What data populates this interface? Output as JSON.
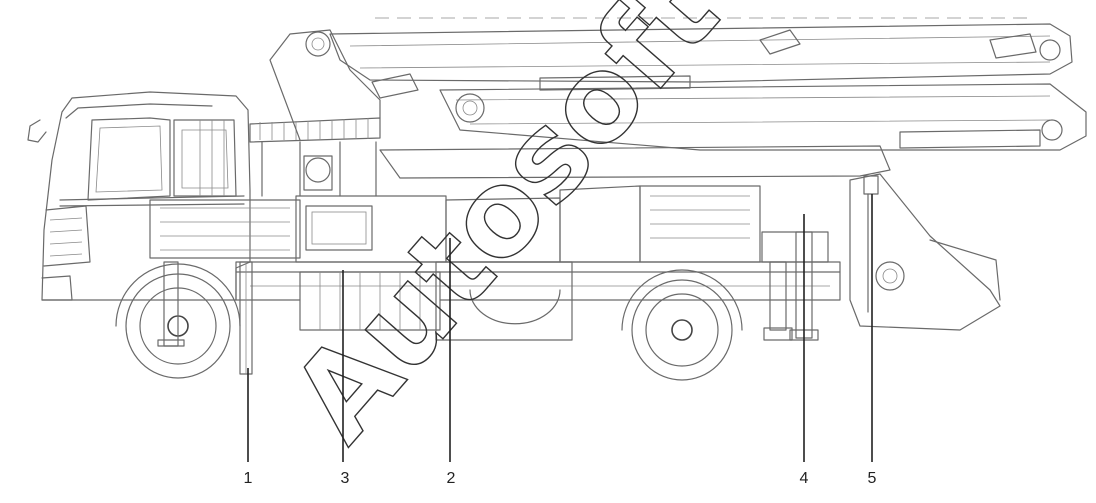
{
  "watermark": "Autosoft",
  "callouts": [
    {
      "label": "1"
    },
    {
      "label": "3"
    },
    {
      "label": "2"
    },
    {
      "label": "4"
    },
    {
      "label": "5"
    }
  ]
}
